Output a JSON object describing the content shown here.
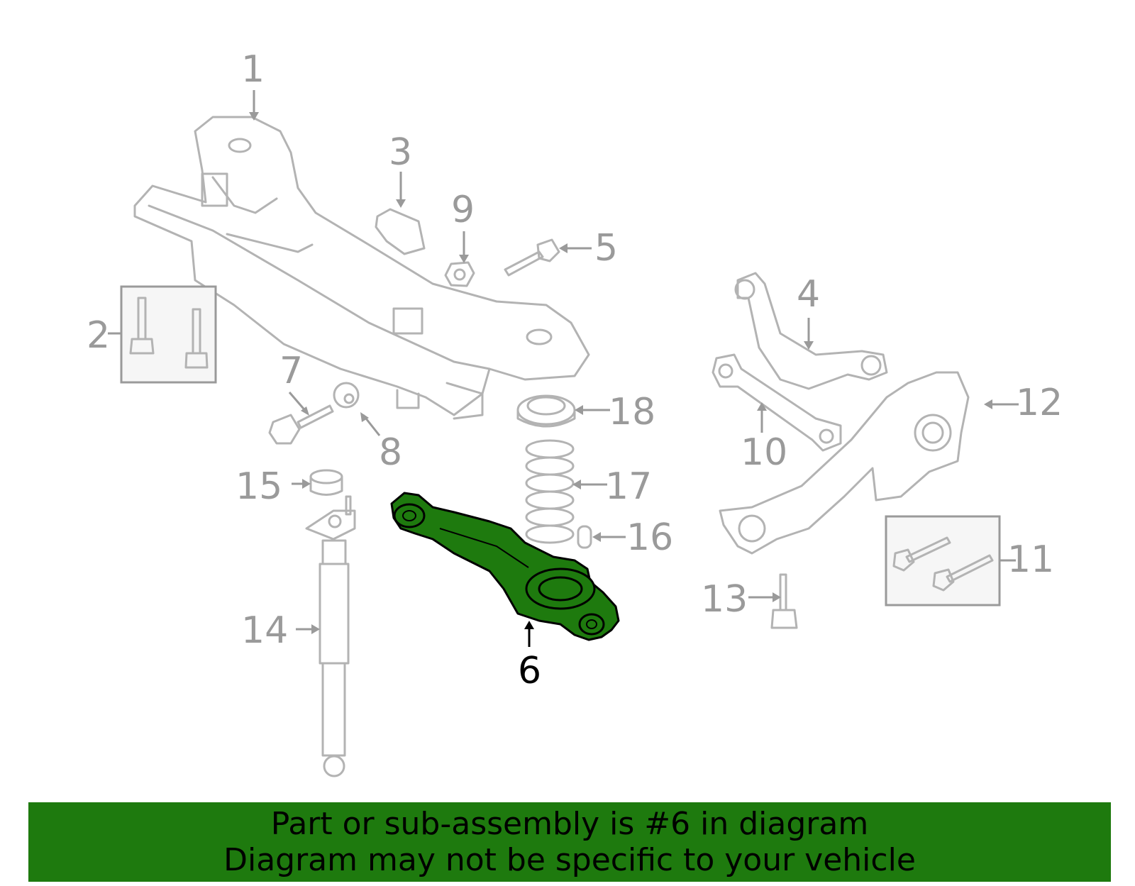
{
  "diagram": {
    "highlighted_part": "6",
    "highlight_color": "#1e7a0e",
    "callouts": [
      "1",
      "2",
      "3",
      "4",
      "5",
      "6",
      "7",
      "8",
      "9",
      "10",
      "11",
      "12",
      "13",
      "14",
      "15",
      "16",
      "17",
      "18"
    ]
  },
  "banner": {
    "line1": "Part or sub-assembly is #6 in diagram",
    "line2": "Diagram may not be specific to your vehicle",
    "color": "#1e7a0e"
  }
}
